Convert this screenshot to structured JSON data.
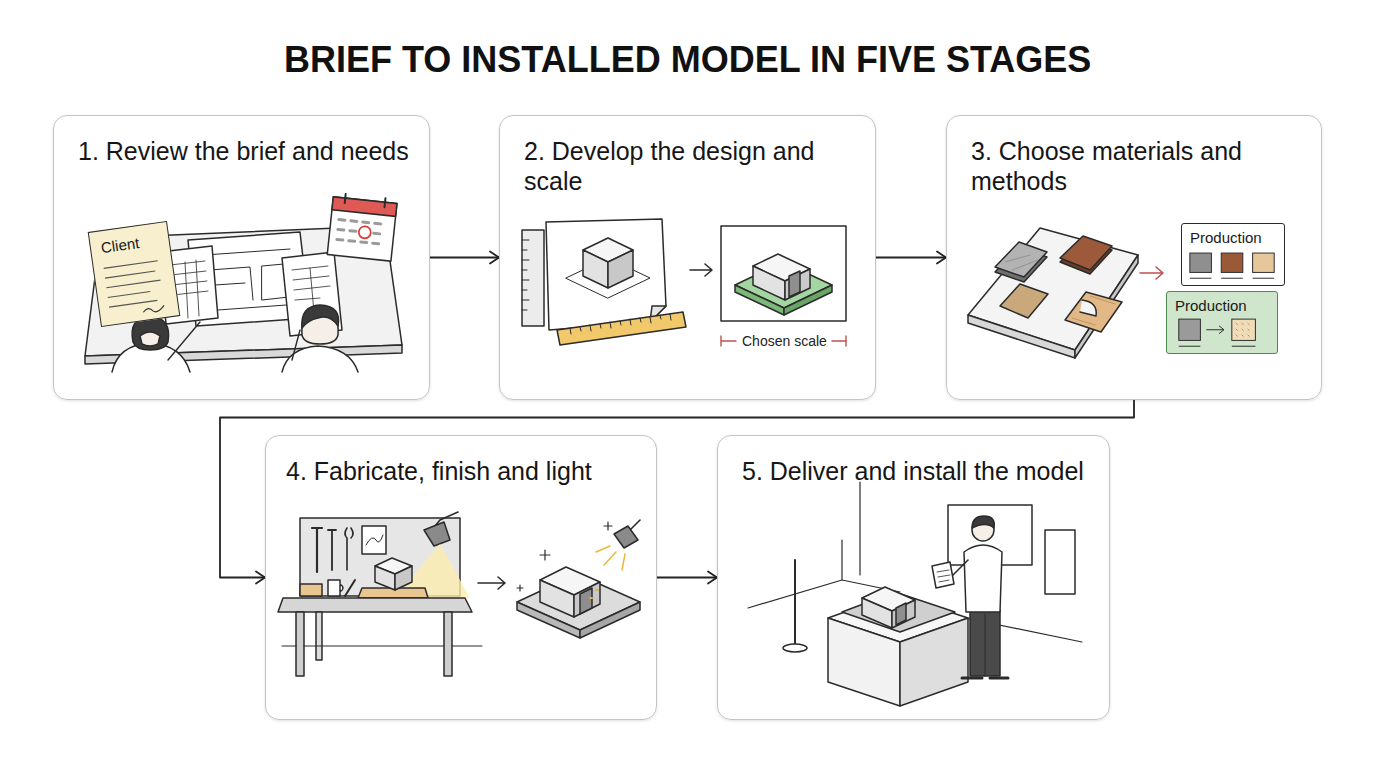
{
  "diagram": {
    "title": "BRIEF TO INSTALLED MODEL IN FIVE STAGES",
    "nodes": [
      {
        "text": [
          "1. Review the brief and needs"
        ]
      },
      {
        "text": [
          "Client"
        ],
        "in": 0
      },
      {
        "text": [
          "2. Develop the design and scale"
        ]
      },
      {
        "text": [
          "3. Choose materials and methods"
        ]
      },
      {
        "text": [
          "Production"
        ],
        "in": 3
      },
      {
        "text": [
          "Production"
        ],
        "in": 3
      },
      {
        "text": [
          "4. Fabricate, finish and light"
        ]
      },
      {
        "text": [
          "5. Deliver and install the model"
        ]
      }
    ],
    "edges": [
      {
        "from": 0,
        "to": 2,
        "arrow": "to"
      },
      {
        "from": 2,
        "to": 3,
        "arrow": "to"
      },
      {
        "from": 3,
        "to": 6,
        "arrow": "to"
      },
      {
        "from": 6,
        "to": 7,
        "arrow": "to"
      }
    ],
    "labels": [
      "Chosen scale"
    ]
  }
}
